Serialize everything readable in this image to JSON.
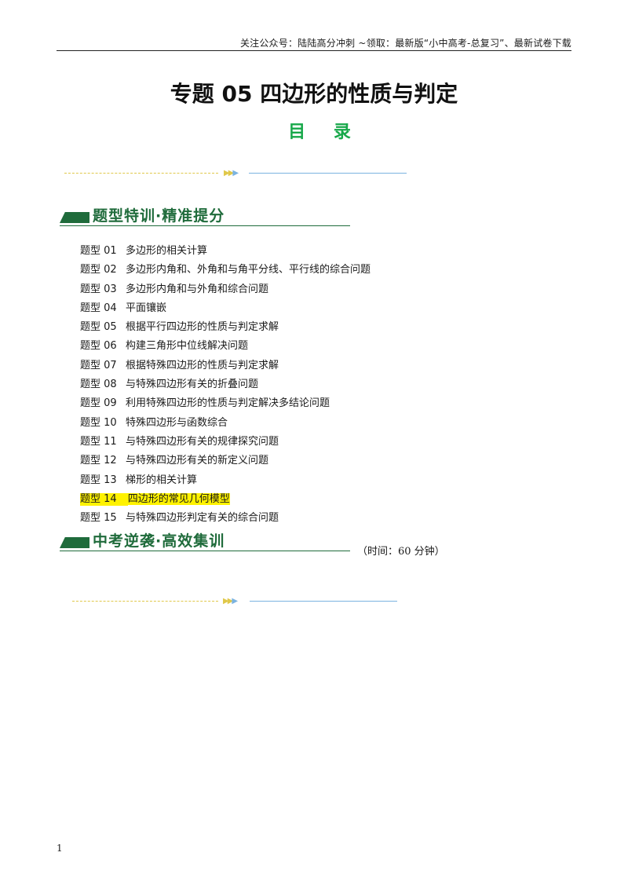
{
  "header": {
    "note": "关注公众号：陆陆高分冲刺  ~领取：最新版“小中高考-总复习”、最新试卷下载"
  },
  "title": "专题 05  四边形的性质与判定",
  "toc_title": "目 录",
  "sections": {
    "practice": {
      "label": "题型特训·精准提分"
    },
    "exam": {
      "label": "中考逆袭·高效集训",
      "time_note": "（时间：60 分钟）"
    }
  },
  "toc_items": [
    {
      "num": "题型 01",
      "text": "多边形的相关计算"
    },
    {
      "num": "题型 02",
      "text": "多边形内角和、外角和与角平分线、平行线的综合问题"
    },
    {
      "num": "题型 03",
      "text": "多边形内角和与外角和综合问题"
    },
    {
      "num": "题型 04",
      "text": "平面镶嵌"
    },
    {
      "num": "题型 05",
      "text": "根据平行四边形的性质与判定求解"
    },
    {
      "num": "题型 06",
      "text": "构建三角形中位线解决问题"
    },
    {
      "num": "题型 07",
      "text": "根据特殊四边形的性质与判定求解"
    },
    {
      "num": "题型 08",
      "text": "与特殊四边形有关的折叠问题"
    },
    {
      "num": "题型 09",
      "text": "利用特殊四边形的性质与判定解决多结论问题"
    },
    {
      "num": "题型 10",
      "text": "特殊四边形与函数综合"
    },
    {
      "num": "题型 11",
      "text": "与特殊四边形有关的规律探究问题"
    },
    {
      "num": "题型 12",
      "text": "与特殊四边形有关的新定义问题"
    },
    {
      "num": "题型 13",
      "text": "梯形的相关计算"
    },
    {
      "num": "题型 14",
      "text": "四边形的常见几何模型",
      "highlighted": true
    },
    {
      "num": "题型 15",
      "text": "与特殊四边形判定有关的综合问题"
    }
  ],
  "footer": {
    "page_number": "1"
  },
  "colors": {
    "accent_green": "#17a84a",
    "banner_green": "#1f6b3b",
    "highlight": "#fff200"
  }
}
